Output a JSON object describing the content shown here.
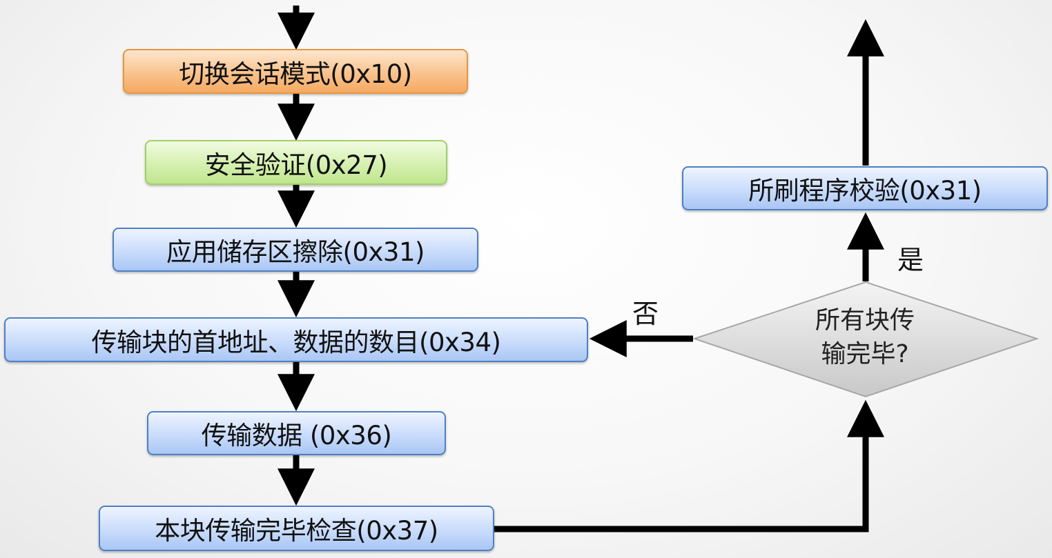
{
  "steps": {
    "switch_session": "切换会话模式(0x10)",
    "security_access": "安全验证(0x27)",
    "erase_memory": "应用储存区擦除(0x31)",
    "request_download": "传输块的首地址、数据的数目(0x34)",
    "transfer_data": "传输数据 (0x36)",
    "transfer_exit": "本块传输完毕检查(0x37)",
    "check_program": "所刷程序校验(0x31)"
  },
  "decision": {
    "line1": "所有块传",
    "line2": "输完毕?"
  },
  "branches": {
    "yes": "是",
    "no": "否"
  },
  "colors": {
    "orange_box": "#f9c38d",
    "green_box": "#d5f0b0",
    "blue_box": "#c9dcfb",
    "decision_fill": "#d9d9d9",
    "arrow": "#000000"
  }
}
